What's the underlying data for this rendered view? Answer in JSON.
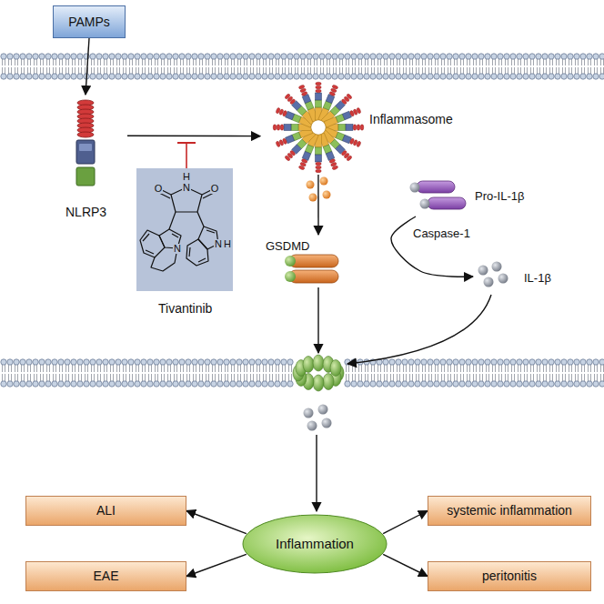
{
  "diagram": {
    "nodes": [
      {
        "text": [
          "PAMPs"
        ]
      },
      {
        "text": [
          "NLRP3"
        ]
      },
      {
        "text": [
          "Inflammasome"
        ]
      },
      {
        "text": [
          "Tivantinib"
        ]
      },
      {
        "text": [
          "Pro-IL-1β"
        ]
      },
      {
        "text": [
          "GSDMD"
        ]
      },
      {
        "text": [
          "IL-1β"
        ]
      },
      {
        "text": [
          "ALI"
        ]
      },
      {
        "text": [
          "Inflammation"
        ]
      },
      {
        "text": [
          "systemic inflammation"
        ]
      },
      {
        "text": [
          "EAE"
        ]
      },
      {
        "text": [
          "peritonitis"
        ]
      }
    ],
    "edges": [
      {
        "from": 0,
        "to": 1,
        "arrow": "to"
      },
      {
        "from": 1,
        "to": 2,
        "arrow": "to"
      },
      {
        "from": 2,
        "to": 5,
        "arrow": "to"
      },
      {
        "from": 4,
        "to": 6,
        "label": "Caspase-1",
        "arrow": "to"
      },
      {
        "from": 8,
        "to": 7,
        "arrow": "to"
      },
      {
        "from": 8,
        "to": 9,
        "arrow": "to"
      },
      {
        "from": 8,
        "to": 10,
        "arrow": "to"
      },
      {
        "from": 8,
        "to": 11,
        "arrow": "to"
      }
    ],
    "labels": [
      "O",
      "H",
      "N",
      "O",
      "N",
      "N",
      "H"
    ]
  }
}
